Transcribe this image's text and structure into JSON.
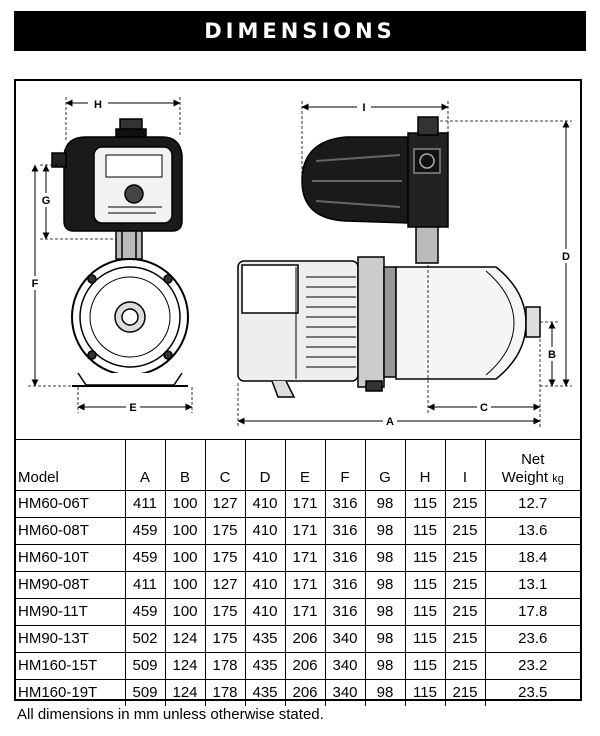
{
  "header": {
    "title": "DIMENSIONS"
  },
  "drawing": {
    "dimension_labels": {
      "A": "A",
      "B": "B",
      "C": "C",
      "D": "D",
      "E": "E",
      "F": "F",
      "G": "G",
      "H": "H",
      "I": "I"
    }
  },
  "table": {
    "headers": {
      "model": "Model",
      "a": "A",
      "b": "B",
      "c": "C",
      "d": "D",
      "e": "E",
      "f": "F",
      "g": "G",
      "h": "H",
      "i": "I",
      "net_line1": "Net",
      "net_line2": "Weight",
      "net_unit": "kg"
    },
    "rows": [
      {
        "model": "HM60-06T",
        "a": "411",
        "b": "100",
        "c": "127",
        "d": "410",
        "e": "171",
        "f": "316",
        "g": "98",
        "h": "115",
        "i": "215",
        "weight": "12.7"
      },
      {
        "model": "HM60-08T",
        "a": "459",
        "b": "100",
        "c": "175",
        "d": "410",
        "e": "171",
        "f": "316",
        "g": "98",
        "h": "115",
        "i": "215",
        "weight": "13.6"
      },
      {
        "model": "HM60-10T",
        "a": "459",
        "b": "100",
        "c": "175",
        "d": "410",
        "e": "171",
        "f": "316",
        "g": "98",
        "h": "115",
        "i": "215",
        "weight": "18.4"
      },
      {
        "model": "HM90-08T",
        "a": "411",
        "b": "100",
        "c": "127",
        "d": "410",
        "e": "171",
        "f": "316",
        "g": "98",
        "h": "115",
        "i": "215",
        "weight": "13.1"
      },
      {
        "model": "HM90-11T",
        "a": "459",
        "b": "100",
        "c": "175",
        "d": "410",
        "e": "171",
        "f": "316",
        "g": "98",
        "h": "115",
        "i": "215",
        "weight": "17.8"
      },
      {
        "model": "HM90-13T",
        "a": "502",
        "b": "124",
        "c": "175",
        "d": "435",
        "e": "206",
        "f": "340",
        "g": "98",
        "h": "115",
        "i": "215",
        "weight": "23.6"
      },
      {
        "model": "HM160-15T",
        "a": "509",
        "b": "124",
        "c": "178",
        "d": "435",
        "e": "206",
        "f": "340",
        "g": "98",
        "h": "115",
        "i": "215",
        "weight": "23.2"
      },
      {
        "model": "HM160-19T",
        "a": "509",
        "b": "124",
        "c": "178",
        "d": "435",
        "e": "206",
        "f": "340",
        "g": "98",
        "h": "115",
        "i": "215",
        "weight": "23.5"
      }
    ]
  },
  "footnote": "All dimensions in mm unless otherwise stated."
}
